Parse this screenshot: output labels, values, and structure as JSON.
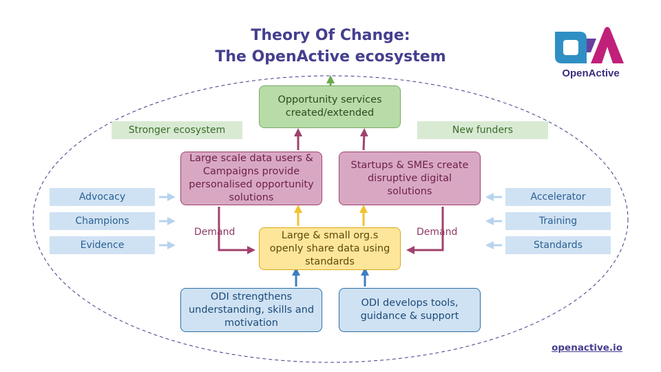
{
  "title": {
    "line1": "Theory Of Change:",
    "line2": "The OpenActive ecosystem"
  },
  "logo": {
    "text": "OpenActive"
  },
  "top_box": {
    "text": "Opportunity services created/extended"
  },
  "side_tags": {
    "left": "Stronger ecosystem",
    "right": "New funders"
  },
  "left_box": {
    "text": "Large scale data users & Campaigns provide personalised opportunity solutions"
  },
  "right_box": {
    "text": "Startups & SMEs create disruptive digital solutions"
  },
  "center_box": {
    "text": "Large & small org.s openly share data using standards"
  },
  "demand_left": "Demand",
  "demand_right": "Demand",
  "left_inputs": [
    "Advocacy",
    "Champions",
    "Evidence"
  ],
  "right_inputs": [
    "Accelerator",
    "Training",
    "Standards"
  ],
  "bottom_left": {
    "text": "ODI strengthens understanding, skills and motivation"
  },
  "bottom_right": {
    "text": "ODI develops tools, guidance & support"
  },
  "footer_link": "openactive.io",
  "colors": {
    "title": "#453f8f",
    "green_arrow": "#6aa84f",
    "pink_arrow": "#a0416e",
    "yellow_arrow": "#f1c232",
    "blue_arrow": "#3d7fc1",
    "light_arrow": "#b7d3ee"
  }
}
